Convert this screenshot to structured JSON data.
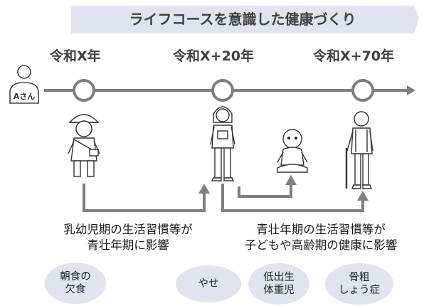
{
  "banner": {
    "title": "ライフコースを意識した健康づくり"
  },
  "timeline": {
    "person_label": "Aさん",
    "years": [
      "令和X年",
      "令和X+20年",
      "令和X+70年"
    ]
  },
  "captions": {
    "left": [
      "乳幼児期の生活習慣等が",
      "青壮年期に影響"
    ],
    "right": [
      "青壮年期の生活習慣等が",
      "子どもや高齢期の健康に影響"
    ]
  },
  "issues": [
    "朝食の\n欠食",
    "やせ",
    "低出生\n体重児",
    "骨粗\nしょう症"
  ],
  "colors": {
    "banner_fill": "#dfe4ee",
    "timeline": "#7f7f7f",
    "arrow": "#7f7f7f",
    "oval": "#dfe4ee"
  },
  "icons": [
    "person-outline-icon",
    "child-icon",
    "woman-icon",
    "baby-icon",
    "elderly-man-icon"
  ]
}
